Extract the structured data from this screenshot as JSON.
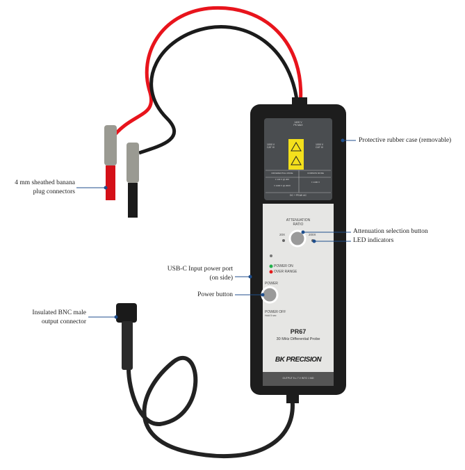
{
  "callouts": {
    "rubber_case": "Protective rubber case (removable)",
    "banana_line1": "4 mm sheathed banana",
    "banana_line2": "plug connectors",
    "atten_button": "Attenuation selection button",
    "led": "LED indicators",
    "usbc_line1": "USB-C Input power port",
    "usbc_line2": "(on side)",
    "power_button": "Power button",
    "bnc_line1": "Insulated BNC male",
    "bnc_line2": "output connector"
  },
  "device": {
    "top_voltage": "1400 V",
    "top_voltage_sub": "PK MAX",
    "left_cat": "1000 V",
    "left_cat_sub": "CAT III",
    "right_cat": "1000 V",
    "right_cat_sub": "CAT III",
    "table_header_diff": "DIFFERENTIAL MODE",
    "table_header_common": "COMMON MODE",
    "diff_row1": "± 140 V @ 20X",
    "diff_row2": "± 1400 V @ 200X",
    "common_value": "± 1400 V",
    "footer": "DC + PEAK AC",
    "atten_label_1": "ATTENUATION",
    "atten_label_2": "RATIO",
    "atten_20x": "20X",
    "atten_200x": "200X",
    "power_on": "POWER ON",
    "over_range": "OVER RANGE",
    "power": "POWER",
    "power_off": "POWER OFF",
    "power_off_hold": "Hold 5 sec",
    "model": "PR67",
    "model_desc": "30 MHz Differential Probe",
    "brand": "BK PRECISION",
    "output": "OUTPUT 5 ≤ 7 V INTO 1 MΩ"
  },
  "colors": {
    "leader": "#1f4e8c",
    "red_cable": "#e8141c",
    "led_green": "#22b14c",
    "led_red": "#e31b1b",
    "warning": "#f4e01c"
  }
}
